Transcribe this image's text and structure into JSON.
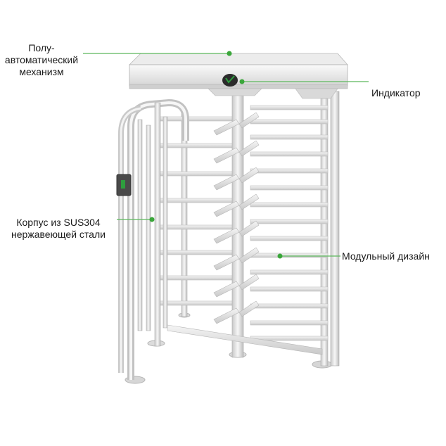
{
  "labels": {
    "mechanism": [
      "Полу-",
      "автоматический",
      "механизм"
    ],
    "indicator": "Индикатор",
    "body": [
      "Корпус из SUS304",
      "нержавеющей стали"
    ],
    "modular": "Модульный дизайн"
  },
  "colors": {
    "callout_line": "#5cb85c",
    "callout_dot": "#3aa63a",
    "steel_light": "#f2f2f2",
    "steel_mid": "#d9d9d9",
    "steel_dark": "#a9a9a9",
    "indicator_green": "#2e9e3e"
  }
}
